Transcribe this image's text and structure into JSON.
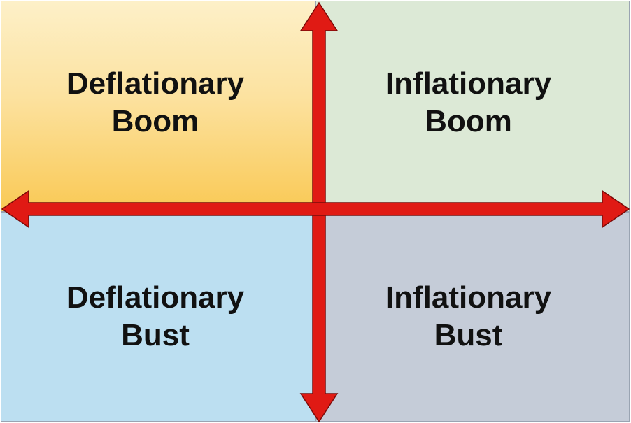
{
  "quadrants": {
    "top_left": {
      "line1": "Deflationary",
      "line2": "Boom"
    },
    "top_right": {
      "line1": "Inflationary",
      "line2": "Boom"
    },
    "bottom_left": {
      "line1": "Deflationary",
      "line2": "Bust"
    },
    "bottom_right": {
      "line1": "Inflationary",
      "line2": "Bust"
    }
  },
  "colors": {
    "arrow": "#e01a14",
    "top_left": "#f9c955",
    "top_right": "#dce9d6",
    "bottom_left": "#bcdff1",
    "bottom_right": "#c5ccd8"
  }
}
